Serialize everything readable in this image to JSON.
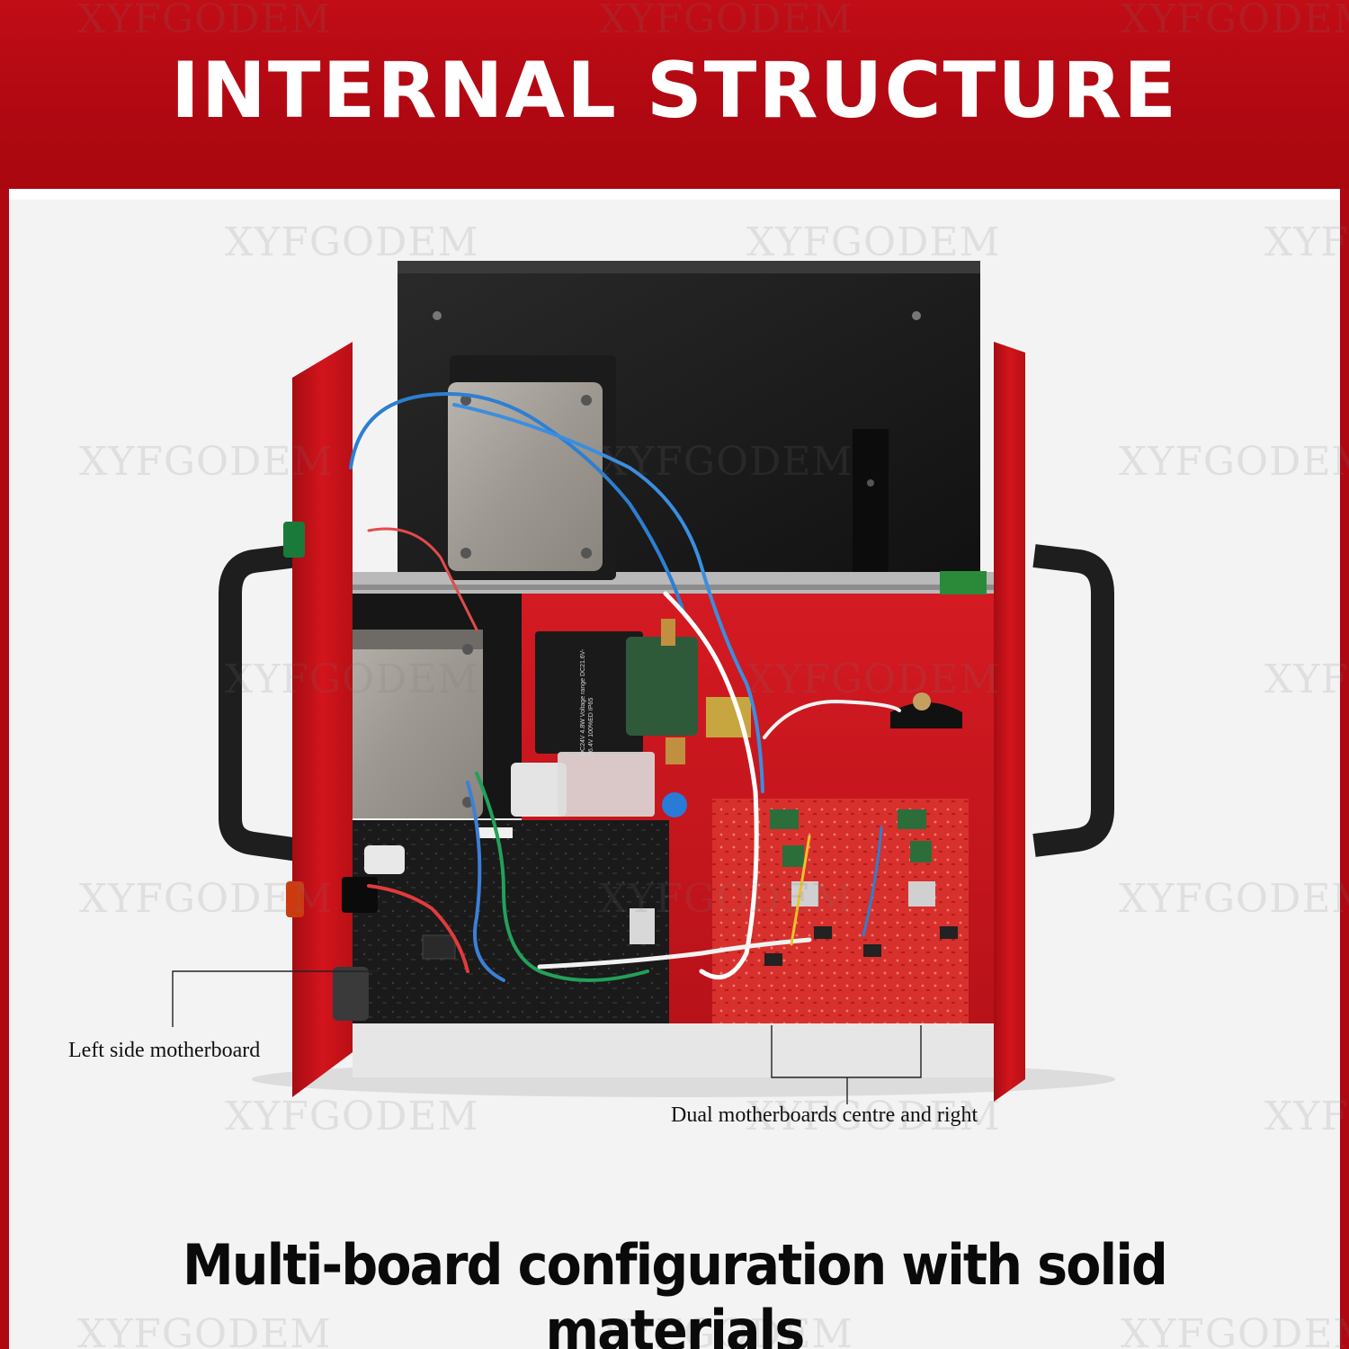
{
  "banner": {
    "title": "INTERNAL STRUCTURE"
  },
  "callouts": {
    "left_board": "Left side motherboard",
    "dual_boards": "Dual motherboards centre and right"
  },
  "caption": "Multi-board configuration with solid materials",
  "watermark": "XYFGODEM",
  "solenoid_label": "DC24V 4.8W Voltage range DC21.6V-26.4V 100%ED IP65",
  "colors": {
    "brand_red": "#b00812",
    "case_red": "#c8141c",
    "board_red": "#d92b2b",
    "panel_black": "#1c1c1c",
    "caption_black": "#0a0a0a"
  }
}
